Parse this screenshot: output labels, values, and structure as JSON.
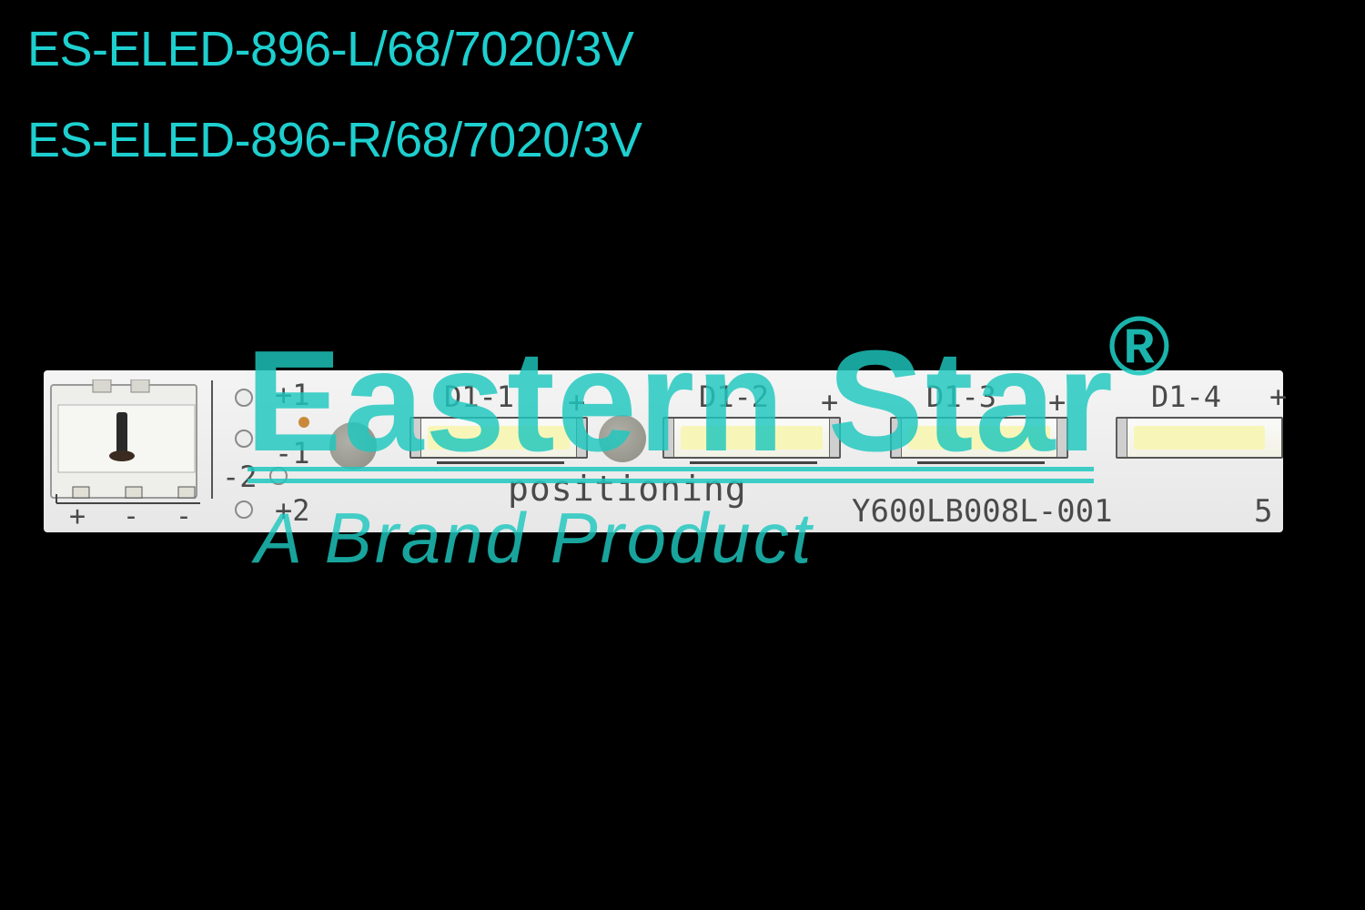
{
  "titles": [
    "ES-ELED-896-L/68/7020/3V",
    "ES-ELED-896-R/68/7020/3V"
  ],
  "watermark": {
    "brand": "Eastern Star",
    "registered_mark": "®",
    "tagline": "A Brand Product"
  },
  "board": {
    "led_labels": [
      "D1-1",
      "D1-2",
      "D1-3",
      "D1-4"
    ],
    "polarity_plus": "+",
    "pin_labels": [
      "+1",
      "-1",
      "-2",
      "+2"
    ],
    "connector_labels": [
      "+",
      "-",
      "-"
    ],
    "silkscreen": "positioning",
    "part_number": "Y600LB008L-001",
    "edge_mark": "5"
  },
  "colors": {
    "accent": "#1ecfcf",
    "background": "#000000",
    "board": "#eeeeee"
  }
}
